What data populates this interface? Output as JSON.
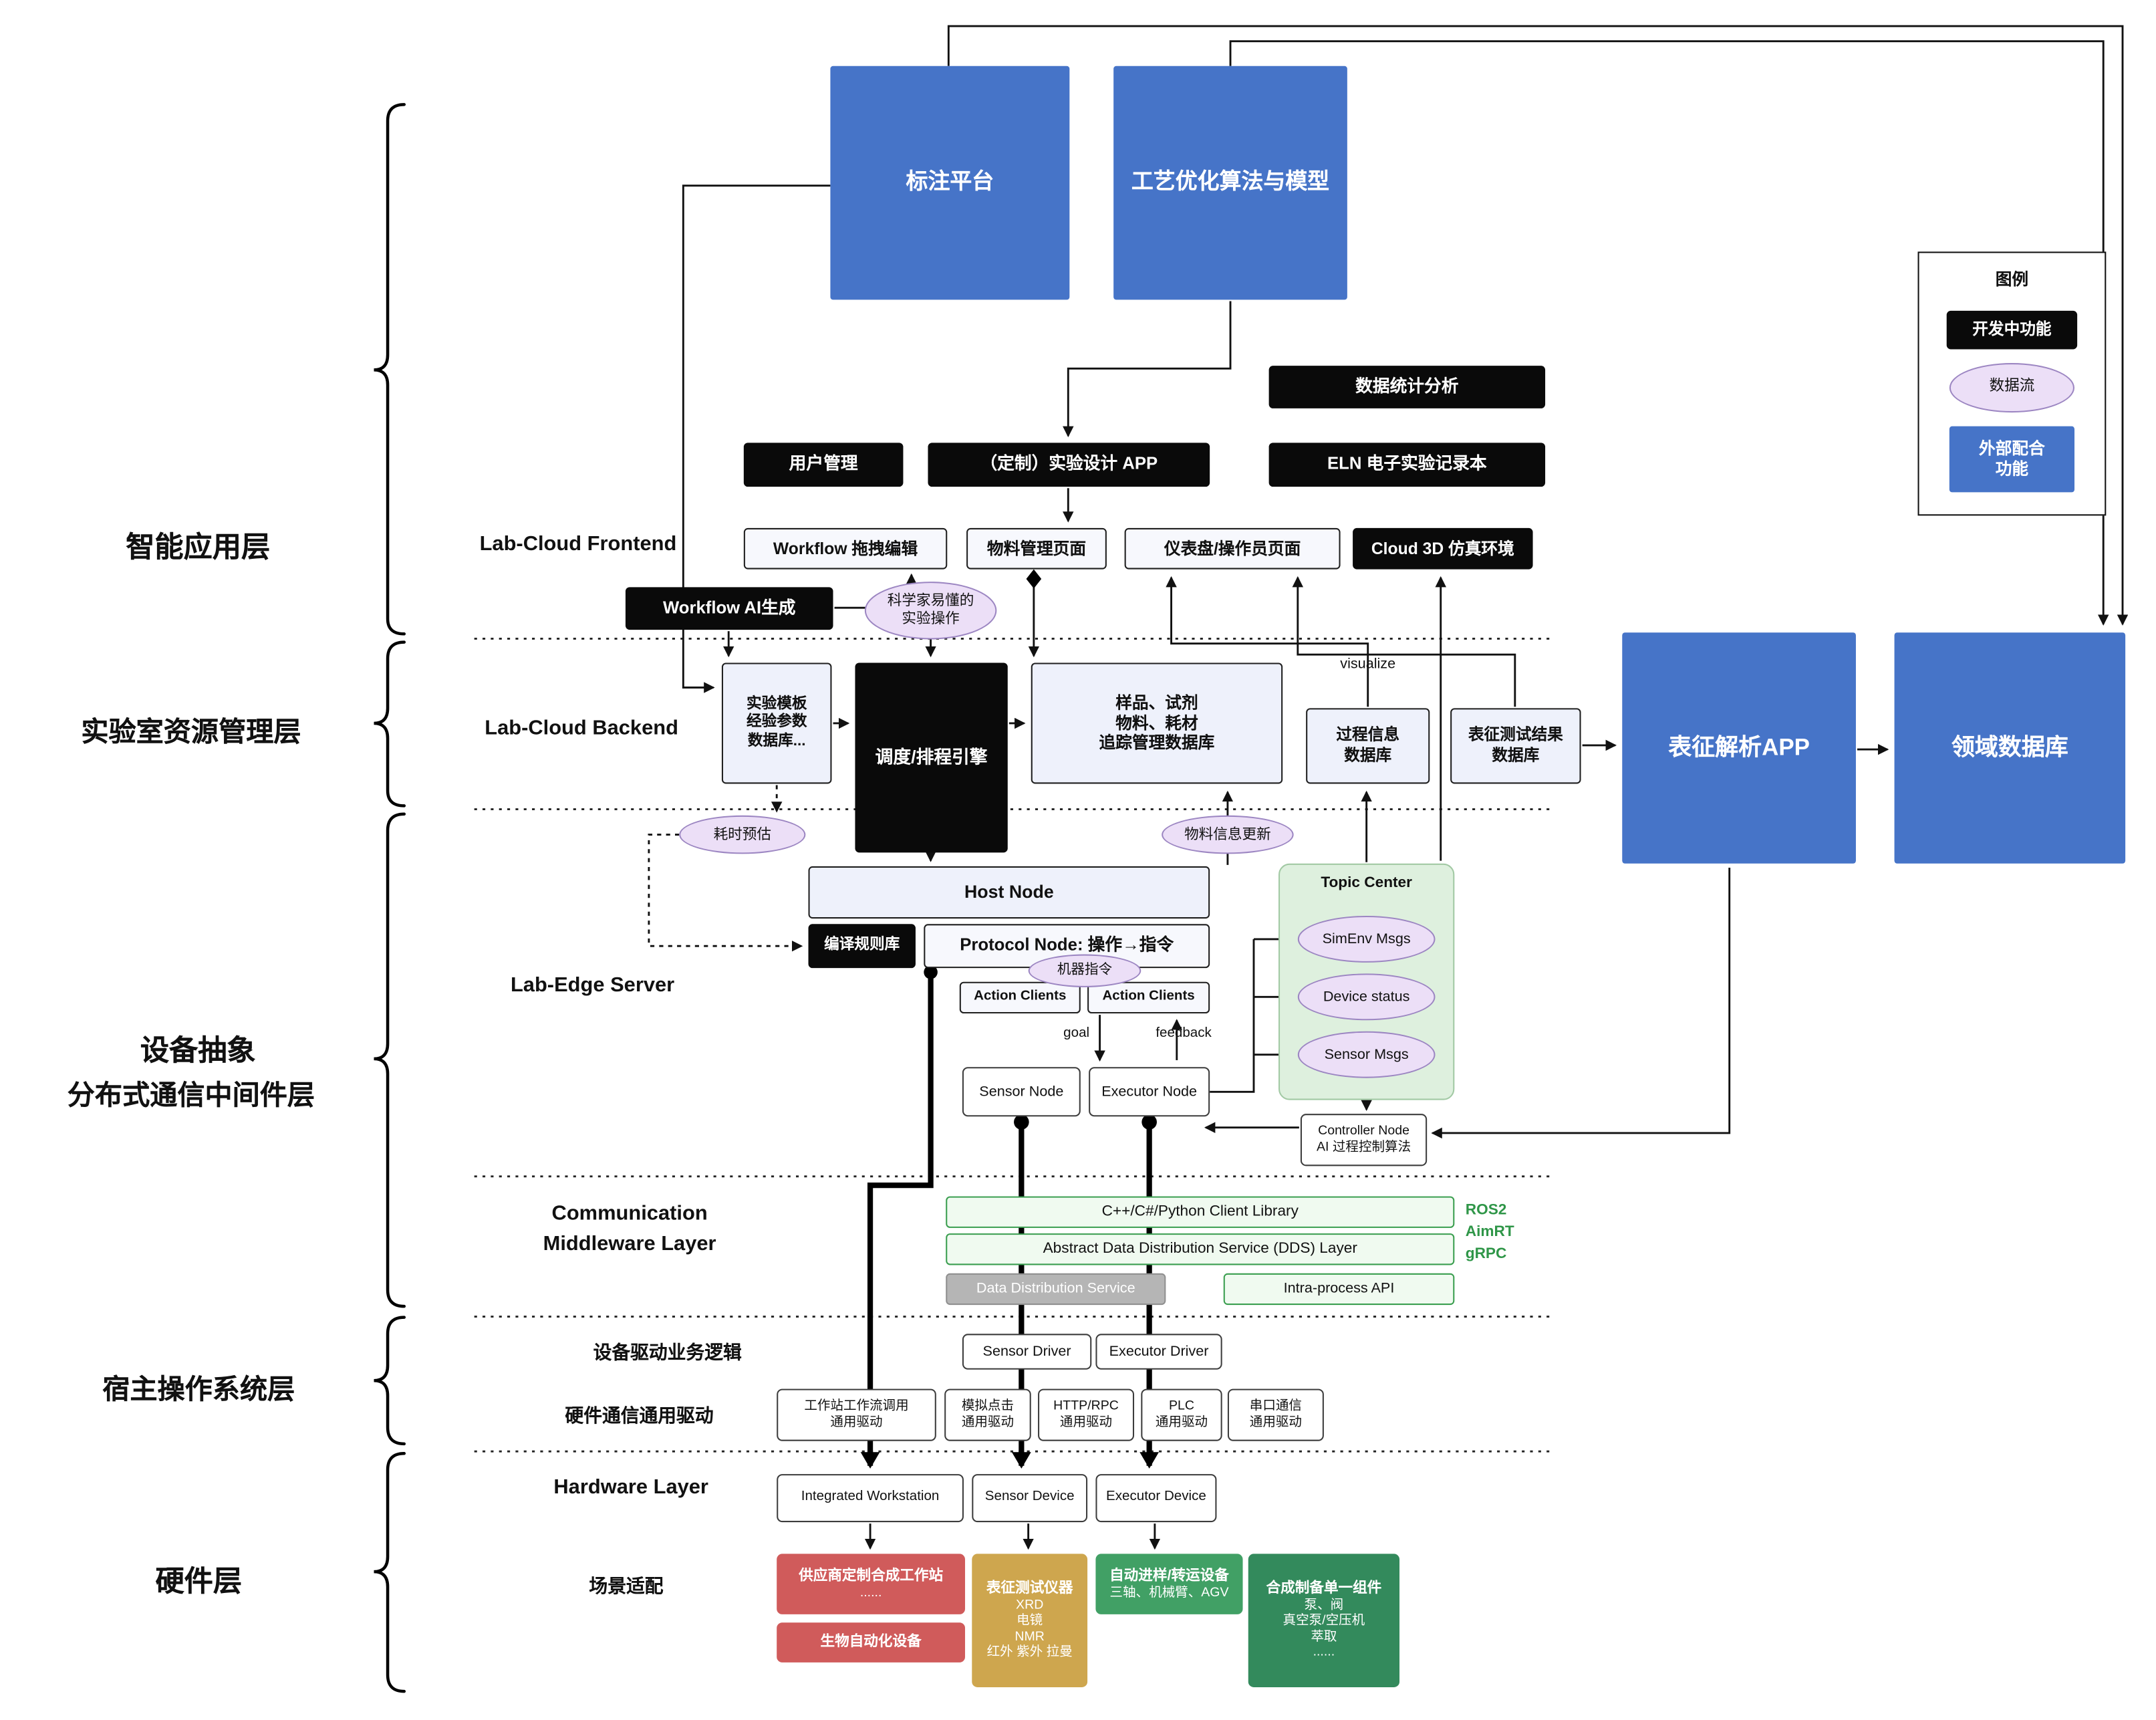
{
  "layer_labels": {
    "intelligent_app": "智能应用层",
    "lab_resource": "实验室资源管理层",
    "device_abstraction": "设备抽象",
    "distributed_comm": "分布式通信中间件层",
    "host_os": "宿主操作系统层",
    "hardware": "硬件层"
  },
  "legend": {
    "title": "图例",
    "in_dev": "开发中功能",
    "data_flow": "数据流",
    "external": "外部配合\n功能"
  },
  "top": {
    "annotation": "标注平台",
    "process_opt": "工艺优化算法与模型"
  },
  "frontend": {
    "label": "Lab-Cloud Frontend",
    "stats": "数据统计分析",
    "user_mgmt": "用户管理",
    "custom_app": "（定制）实验设计 APP",
    "eln": "ELN 电子实验记录本",
    "workflow_edit": "Workflow 拖拽编辑",
    "material_page": "物料管理页面",
    "dashboard_page": "仪表盘/操作员页面",
    "cloud_3d": "Cloud 3D 仿真环境",
    "workflow_ai": "Workflow AI生成",
    "scientist_ops": "科学家易懂的\n实验操作"
  },
  "backend": {
    "label": "Lab-Cloud Backend",
    "template_db": "实验模板\n经验参数\n数据库...",
    "scheduler": "调度/排程引擎",
    "sample_db": "样品、试剂\n物料、耗材\n追踪管理数据库",
    "process_db": "过程信息\n数据库",
    "char_db": "表征测试结果\n数据库",
    "char_app": "表征解析APP",
    "domain_db": "领域数据库",
    "visualize": "visualize",
    "time_est": "耗时预估",
    "material_update": "物料信息更新"
  },
  "edge": {
    "label": "Lab-Edge Server",
    "host_node": "Host Node",
    "compile_rules": "编译规则库",
    "protocol_node": "Protocol Node: 操作→指令",
    "machine_cmd": "机器指令",
    "action_clients_1": "Action Clients",
    "action_clients_2": "Action Clients",
    "goal": "goal",
    "feedback": "feedback",
    "sensor_node": "Sensor Node",
    "executor_node": "Executor Node",
    "topic_center": "Topic Center",
    "simenv_msgs": "SimEnv Msgs",
    "device_status": "Device status",
    "sensor_msgs": "Sensor Msgs",
    "controller": "Controller Node\nAI 过程控制算法"
  },
  "middleware": {
    "label_line1": "Communication",
    "label_line2": "Middleware Layer",
    "client_lib": "C++/C#/Python Client Library",
    "dds_layer": "Abstract Data Distribution Service (DDS) Layer",
    "data_dist": "Data Distribution Service",
    "intra_api": "Intra-process API",
    "ros2": "ROS2",
    "aimrt": "AimRT",
    "grpc": "gRPC"
  },
  "host_os": {
    "driver_logic_label": "设备驱动业务逻辑",
    "sensor_driver": "Sensor Driver",
    "executor_driver": "Executor Driver",
    "hw_driver_label": "硬件通信通用驱动",
    "drv_workstation": "工作站工作流调用\n通用驱动",
    "drv_click": "模拟点击\n通用驱动",
    "drv_http": "HTTP/RPC\n通用驱动",
    "drv_plc": "PLC\n通用驱动",
    "drv_serial": "串口通信\n通用驱动"
  },
  "hardware": {
    "label": "Hardware Layer",
    "workstation": "Integrated Workstation",
    "sensor_device": "Sensor Device",
    "executor_device": "Executor Device",
    "scenario_label": "场景适配",
    "vendor_title": "供应商定制合成工作站",
    "vendor_body": "......",
    "bio": "生物自动化设备",
    "char_title": "表征测试仪器",
    "char_body": "XRD\n电镜\nNMR\n红外 紫外 拉曼",
    "transfer_title": "自动进样/转运设备",
    "transfer_body": "三轴、机械臂、AGV",
    "synth_title": "合成制备单一组件",
    "synth_body": "泵、阀\n真空泵/空压机\n萃取\n......"
  },
  "colors": {
    "external_blue": "#4674c8",
    "in_dev_black": "#0a0a0a",
    "data_flow_purple": "#ecdff7",
    "topic_green": "#def0de",
    "vendor_red": "#d05b5b",
    "instrument_gold": "#cea64e",
    "transfer_green": "#41a065",
    "synth_green": "#338a5c"
  }
}
